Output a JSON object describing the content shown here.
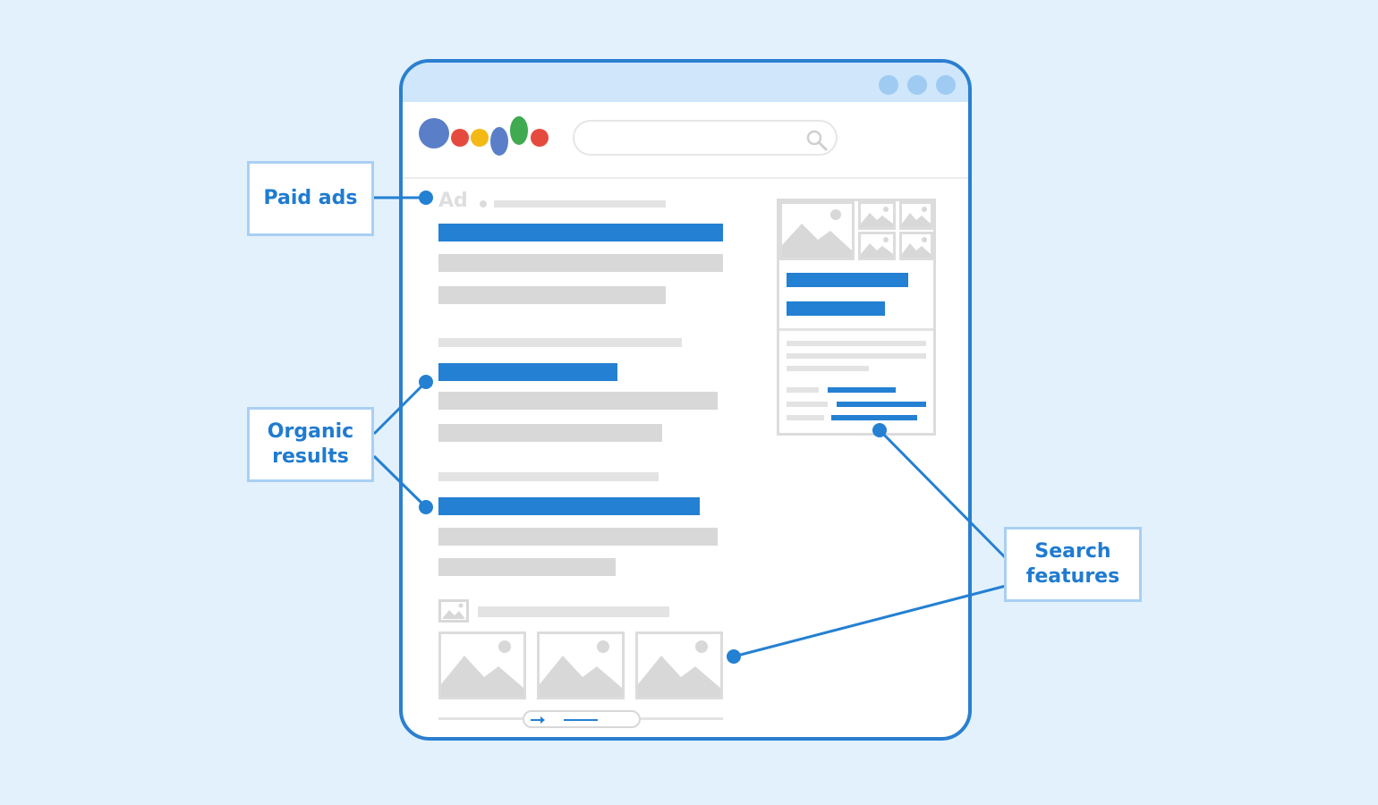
{
  "labels": {
    "paid_ads": "Paid ads",
    "organic_results_line1": "Organic",
    "organic_results_line2": "results",
    "search_features_line1": "Search",
    "search_features_line2": "features"
  },
  "ad_badge": "Ad",
  "colors": {
    "background": "#e3f1fd",
    "frame": "#2a7fd0",
    "accent_blue": "#2480d2",
    "placeholder_gray": "#d8d8d8",
    "label_border": "#a9d0f3",
    "logo": [
      "#5a7fc8",
      "#e54a3f",
      "#f5b915",
      "#5a7fc8",
      "#3faa4f",
      "#e54a3f"
    ]
  },
  "icons": [
    "search-icon",
    "image-icon",
    "arrow-right-icon",
    "window-dot-icon"
  ]
}
